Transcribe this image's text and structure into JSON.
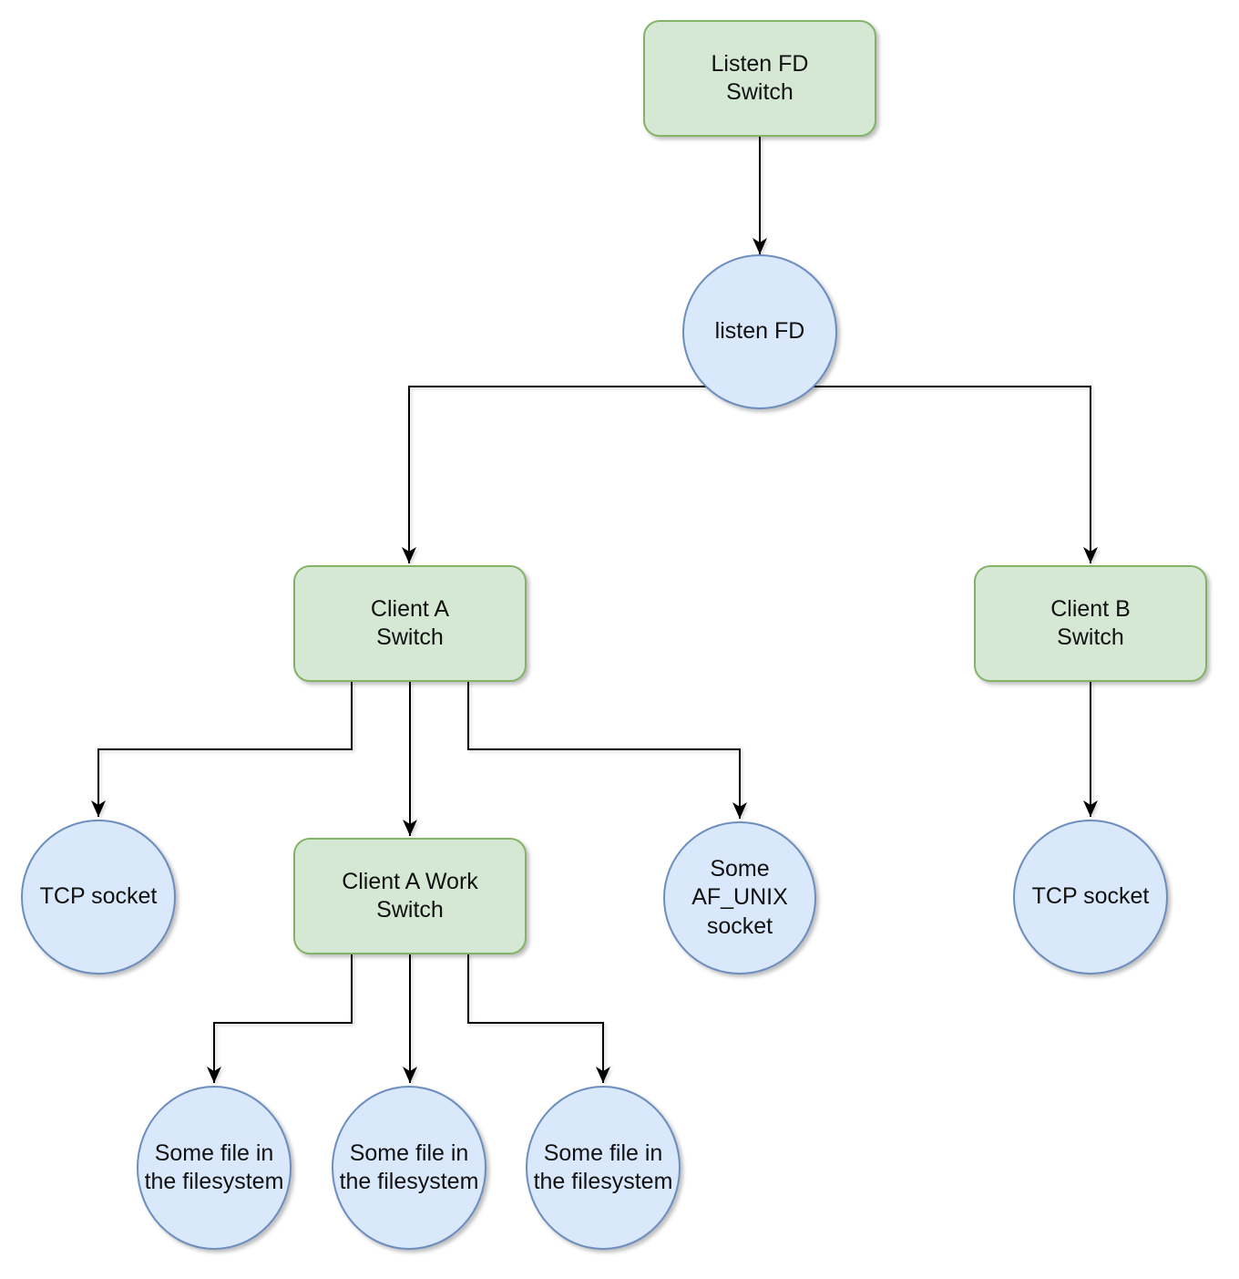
{
  "colors": {
    "switch-fill": "#d5e8d4",
    "switch-border": "#82b366",
    "socket-fill": "#dae8fc",
    "socket-border": "#6c8ebf",
    "connector": "#000000",
    "background": "#ffffff",
    "text": "#111111"
  },
  "nodes": {
    "listen_fd_switch": {
      "type": "switch",
      "shape": "rounded-rect",
      "label": "Listen FD\nSwitch"
    },
    "listen_fd": {
      "type": "socket",
      "shape": "circle",
      "label": "listen FD"
    },
    "client_a_switch": {
      "type": "switch",
      "shape": "rounded-rect",
      "label": "Client A\nSwitch"
    },
    "client_b_switch": {
      "type": "switch",
      "shape": "rounded-rect",
      "label": "Client B\nSwitch"
    },
    "tcp_socket_a": {
      "type": "socket",
      "shape": "circle",
      "label": "TCP socket"
    },
    "client_a_work_switch": {
      "type": "switch",
      "shape": "rounded-rect",
      "label": "Client A Work\nSwitch"
    },
    "af_unix_socket": {
      "type": "socket",
      "shape": "circle",
      "label": "Some\nAF_UNIX\nsocket"
    },
    "tcp_socket_b": {
      "type": "socket",
      "shape": "circle",
      "label": "TCP socket"
    },
    "fs_file_1": {
      "type": "socket",
      "shape": "circle",
      "label": "Some file in\nthe filesystem"
    },
    "fs_file_2": {
      "type": "socket",
      "shape": "circle",
      "label": "Some file in\nthe filesystem"
    },
    "fs_file_3": {
      "type": "socket",
      "shape": "circle",
      "label": "Some file in\nthe filesystem"
    }
  },
  "edges": [
    {
      "from": "listen_fd_switch",
      "to": "listen_fd"
    },
    {
      "from": "listen_fd",
      "to": "client_a_switch"
    },
    {
      "from": "listen_fd",
      "to": "client_b_switch"
    },
    {
      "from": "client_a_switch",
      "to": "tcp_socket_a"
    },
    {
      "from": "client_a_switch",
      "to": "client_a_work_switch"
    },
    {
      "from": "client_a_switch",
      "to": "af_unix_socket"
    },
    {
      "from": "client_b_switch",
      "to": "tcp_socket_b"
    },
    {
      "from": "client_a_work_switch",
      "to": "fs_file_1"
    },
    {
      "from": "client_a_work_switch",
      "to": "fs_file_2"
    },
    {
      "from": "client_a_work_switch",
      "to": "fs_file_3"
    }
  ]
}
